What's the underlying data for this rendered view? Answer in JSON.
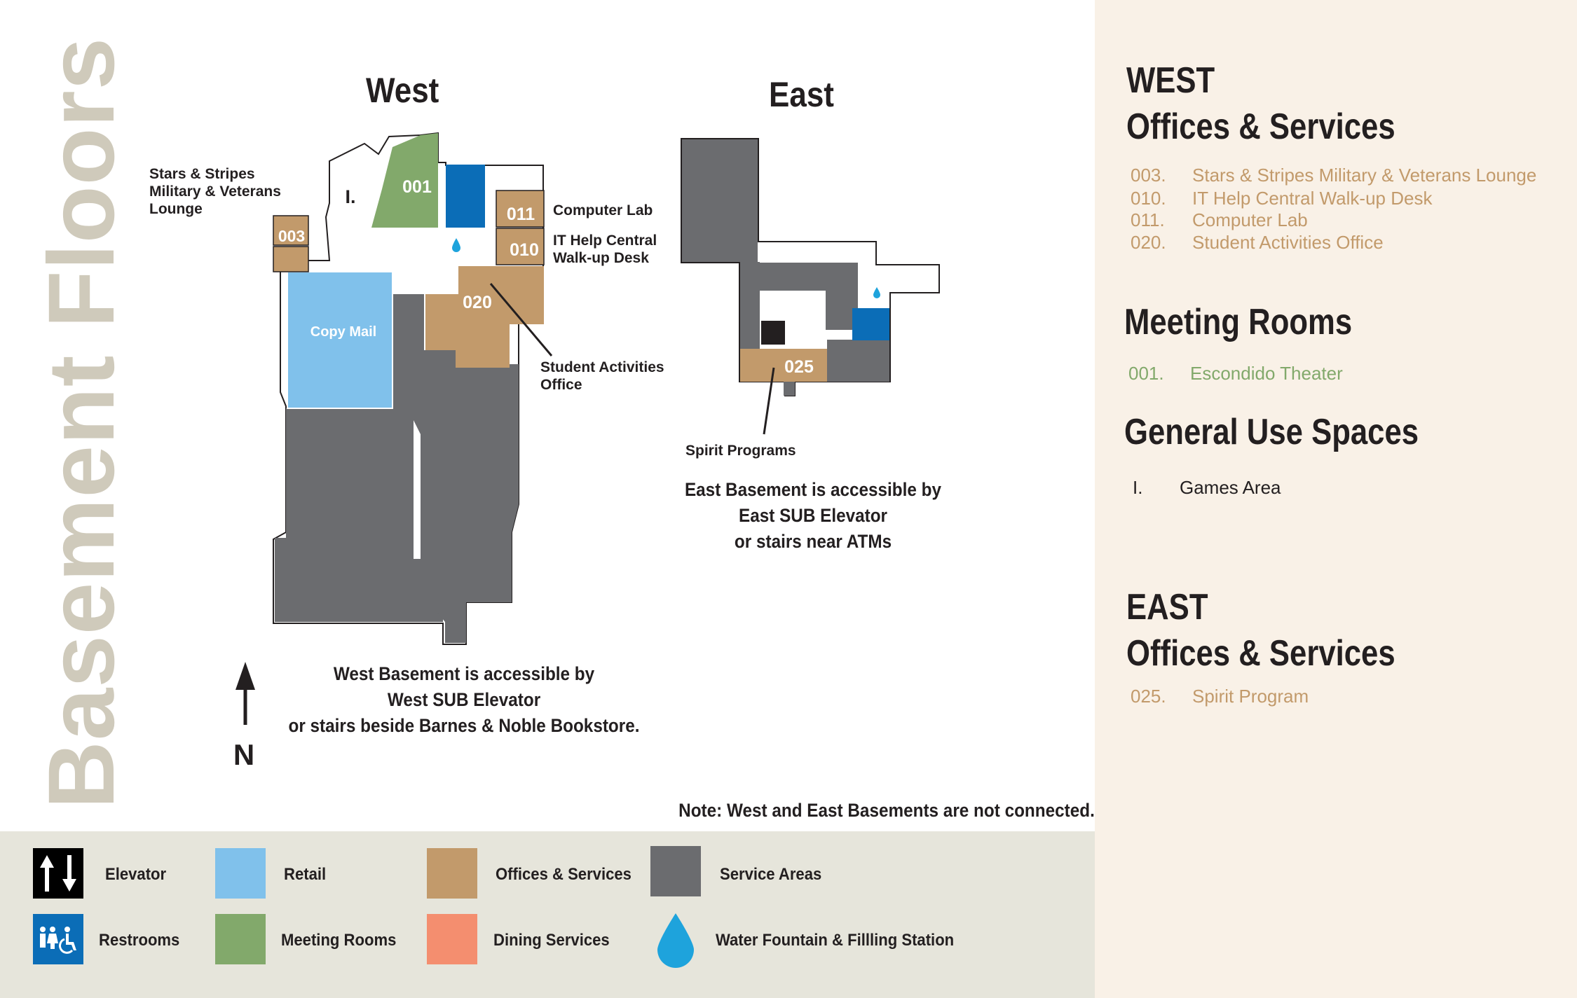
{
  "page_title": "Basement Floors",
  "colors": {
    "offices": "#c29a6b",
    "retail": "#80c1eb",
    "meeting": "#82a96b",
    "service": "#6b6c6f",
    "restroom": "#0b6db7",
    "dining": "#f48e6f",
    "elevator": "#000000",
    "title_tan": "#cfcabb",
    "sidebar_bg": "#f9f1e7",
    "legend_bg": "#e6e5db"
  },
  "map": {
    "west_heading": "West",
    "east_heading": "East",
    "west_labels": {
      "r001": "001",
      "r003": "003",
      "r010": "010",
      "r011": "011",
      "r020": "020",
      "games": "I.",
      "copy_mail": "Copy Mail",
      "lounge_line1": "Stars & Stripes",
      "lounge_line2": "Military & Veterans",
      "lounge_line3": "Lounge",
      "computer_lab": "Computer Lab",
      "it_line1": "IT Help Central",
      "it_line2": "Walk-up Desk",
      "sa_line1": "Student Activities",
      "sa_line2": "Office"
    },
    "east_labels": {
      "r025": "025",
      "spirit": "Spirit Programs"
    },
    "north_label": "N",
    "west_access": [
      "West Basement is accessible by",
      "West SUB Elevator",
      "or stairs beside Barnes & Noble Bookstore."
    ],
    "east_access": [
      "East Basement is accessible by",
      "East SUB Elevator",
      "or stairs near ATMs"
    ],
    "note": "Note: West and East Basements are not connected."
  },
  "legend": {
    "elevator": "Elevator",
    "retail": "Retail",
    "offices": "Offices & Services",
    "service": "Service Areas",
    "restrooms": "Restrooms",
    "meeting": "Meeting Rooms",
    "dining": "Dining Services",
    "water": "Water Fountain & Fillling Station"
  },
  "sidebar": {
    "west_heading_line1": "WEST",
    "west_heading_line2": "Offices & Services",
    "west_items": [
      {
        "num": "003.",
        "name": "Stars & Stripes Military & Veterans Lounge"
      },
      {
        "num": "010.",
        "name": "IT Help Central Walk-up Desk"
      },
      {
        "num": "011.",
        "name": "Computer Lab"
      },
      {
        "num": "020.",
        "name": "Student Activities Office"
      }
    ],
    "meeting_heading": "Meeting Rooms",
    "meeting_items": [
      {
        "num": "001.",
        "name": "Escondido Theater"
      }
    ],
    "general_heading": "General Use Spaces",
    "general_items": [
      {
        "num": "I.",
        "name": "Games Area"
      }
    ],
    "east_heading_line1": "EAST",
    "east_heading_line2": "Offices & Services",
    "east_items": [
      {
        "num": "025.",
        "name": "Spirit Program"
      }
    ]
  }
}
